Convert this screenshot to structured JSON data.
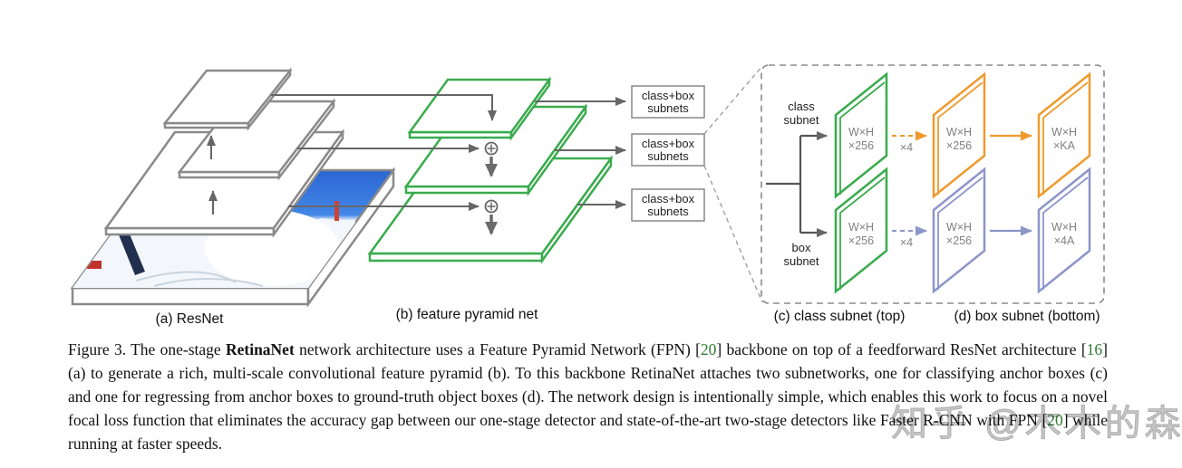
{
  "colors": {
    "green": "#3aab4d",
    "orange": "#ef9a2e",
    "blue": "#8d95c9",
    "line_gray": "#666666",
    "layer_gray": "#8a8a8a",
    "citation_green": "#2f7d32"
  },
  "diagram": {
    "resnet": {
      "label": "(a) ResNet"
    },
    "fpn": {
      "label": "(b) feature pyramid net"
    },
    "subnet_box": {
      "line1": "class+box",
      "line2": "subnets"
    },
    "detail": {
      "class_label": "(c) class subnet (top)",
      "box_label": "(d) box subnet (bottom)",
      "class_tag1": "class",
      "class_tag2": "subnet",
      "box_tag1": "box",
      "box_tag2": "subnet",
      "wh": "W×H",
      "c256": "×256",
      "x4": "×4",
      "ka": "×KA",
      "a4": "×4A"
    }
  },
  "caption": {
    "p1": "Figure 3. The one-stage ",
    "p2": "RetinaNet",
    "p3": " network architecture uses a Feature Pyramid Network (FPN) [",
    "ref1": "20",
    "p4": "] backbone on top of a feedforward ResNet architecture [",
    "ref2": "16",
    "p5": "] (a) to generate a rich, multi-scale convolutional feature pyramid (b). To this backbone RetinaNet attaches two subnetworks, one for classifying anchor boxes (c) and one for regressing from anchor boxes to ground-truth object boxes (d). The network design is intentionally simple, which enables this work to focus on a novel focal loss function that eliminates the accuracy gap between our one-stage detector and state-of-the-art two-stage detectors like Faster R-CNN with FPN [",
    "ref3": "20",
    "p6": "] while running at faster speeds."
  },
  "watermark": {
    "text": "知乎 @木木的森"
  }
}
